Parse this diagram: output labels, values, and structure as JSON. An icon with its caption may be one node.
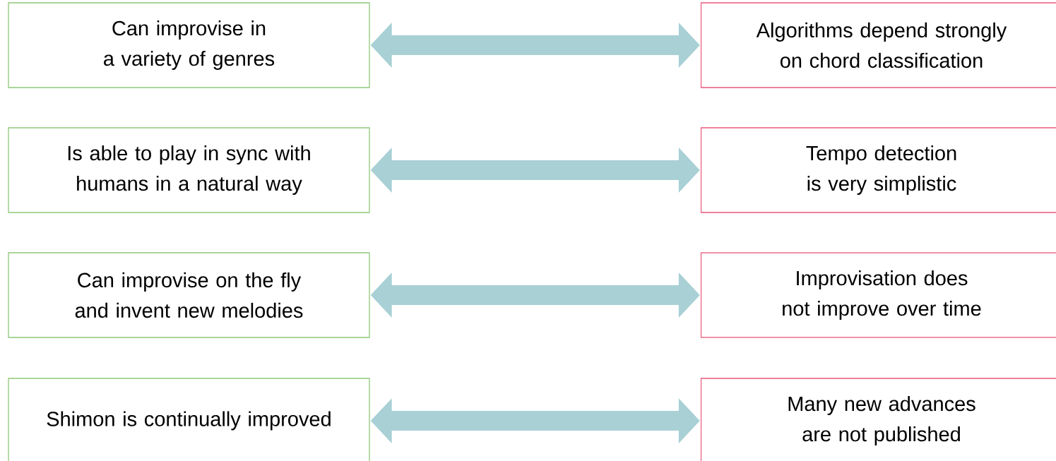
{
  "diagram": {
    "nodes": [
      {
        "text": [
          "Can improvise in a variety of genres"
        ]
      },
      {
        "text": [
          "Algorithms depend strongly on chord classification"
        ]
      },
      {
        "text": [
          "Is able to play in sync with humans in a natural way"
        ]
      },
      {
        "text": [
          "Tempo detection is very simplistic"
        ]
      },
      {
        "text": [
          "Can improvise on the fly and invent new melodies"
        ]
      },
      {
        "text": [
          "Improvisation does not improve over time"
        ]
      },
      {
        "text": [
          "Shimon is continually improved"
        ]
      },
      {
        "text": [
          "Many new advances are not published"
        ]
      }
    ],
    "edges": [
      {
        "from": 0,
        "to": 1,
        "arrow": "both"
      },
      {
        "from": 2,
        "to": 3,
        "arrow": "both"
      },
      {
        "from": 4,
        "to": 5,
        "arrow": "both"
      },
      {
        "from": 6,
        "to": 7,
        "arrow": "both"
      }
    ]
  }
}
